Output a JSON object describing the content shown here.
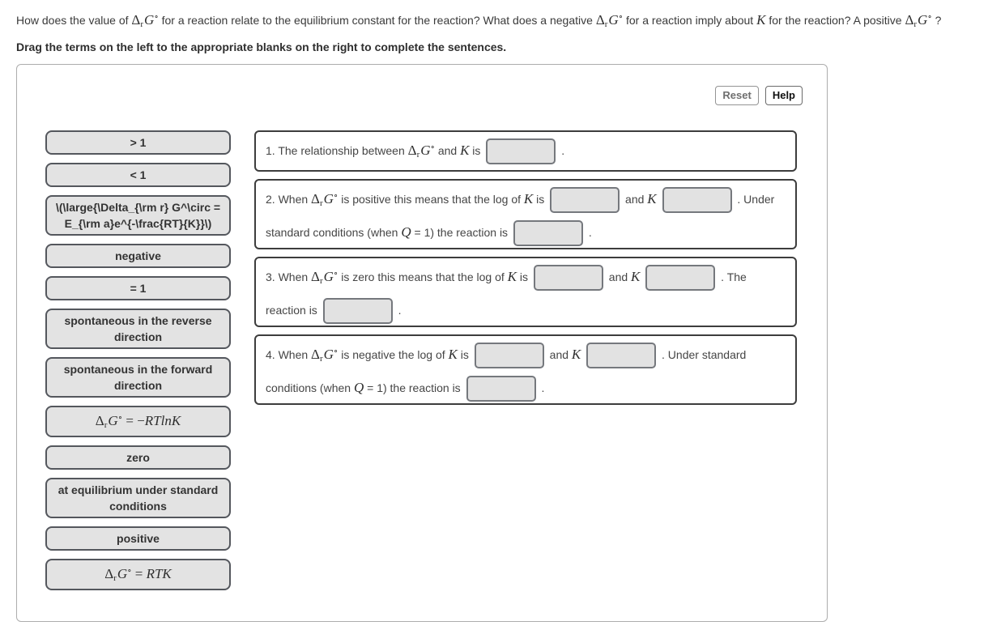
{
  "header": {
    "question_segments": [
      {
        "t": "txt",
        "v": "How does the value of "
      },
      {
        "t": "mathu",
        "v": "Δ"
      },
      {
        "t": "msub",
        "v": "r"
      },
      {
        "t": "mathi",
        "v": "G"
      },
      {
        "t": "msup",
        "v": "∘"
      },
      {
        "t": "txt",
        "v": " for a reaction relate to the equilibrium constant for the reaction? What does a negative "
      },
      {
        "t": "mathu",
        "v": "Δ"
      },
      {
        "t": "msub",
        "v": "r"
      },
      {
        "t": "mathi",
        "v": "G"
      },
      {
        "t": "msup",
        "v": "∘"
      },
      {
        "t": "txt",
        "v": " for a reaction imply about "
      },
      {
        "t": "mathi",
        "v": "K"
      },
      {
        "t": "txt",
        "v": " for the reaction? A positive "
      },
      {
        "t": "mathu",
        "v": "Δ"
      },
      {
        "t": "msub",
        "v": "r"
      },
      {
        "t": "mathi",
        "v": "G"
      },
      {
        "t": "msup",
        "v": "∘"
      },
      {
        "t": "txt",
        "v": " ?"
      }
    ],
    "instruction": "Drag the terms on the left to the appropriate blanks on the right to complete the sentences."
  },
  "toolbar": {
    "reset_label": "Reset",
    "help_label": "Help"
  },
  "terms": [
    {
      "segments": [
        {
          "t": "txt",
          "v": "> 1"
        }
      ]
    },
    {
      "segments": [
        {
          "t": "txt",
          "v": "< 1"
        }
      ]
    },
    {
      "segments": [
        {
          "t": "txt",
          "v": "\\(\\large{\\Delta_{\\rm r} G^\\circ = E_{\\rm a}e^{-\\frac{RT}{K}}\\)"
        }
      ]
    },
    {
      "segments": [
        {
          "t": "txt",
          "v": "negative"
        }
      ]
    },
    {
      "segments": [
        {
          "t": "txt",
          "v": "= 1"
        }
      ]
    },
    {
      "segments": [
        {
          "t": "txt",
          "v": "spontaneous in the reverse direction"
        }
      ]
    },
    {
      "segments": [
        {
          "t": "txt",
          "v": "spontaneous in the forward direction"
        }
      ]
    },
    {
      "segments": [
        {
          "t": "mathu",
          "v": "Δ"
        },
        {
          "t": "msub",
          "v": "r"
        },
        {
          "t": "mathi",
          "v": "G"
        },
        {
          "t": "msup",
          "v": "∘"
        },
        {
          "t": "mathu",
          "v": " = −"
        },
        {
          "t": "mathi",
          "v": "RTlnK"
        }
      ]
    },
    {
      "segments": [
        {
          "t": "txt",
          "v": "zero"
        }
      ]
    },
    {
      "segments": [
        {
          "t": "txt",
          "v": "at equilibrium under standard conditions"
        }
      ]
    },
    {
      "segments": [
        {
          "t": "txt",
          "v": "positive"
        }
      ]
    },
    {
      "segments": [
        {
          "t": "mathu",
          "v": "Δ"
        },
        {
          "t": "msub",
          "v": "r"
        },
        {
          "t": "mathi",
          "v": "G"
        },
        {
          "t": "msup",
          "v": "∘"
        },
        {
          "t": "mathu",
          "v": " = "
        },
        {
          "t": "mathi",
          "v": "RTK"
        }
      ]
    }
  ],
  "sentences": [
    {
      "segments": [
        {
          "t": "txt",
          "v": "1. The relationship between "
        },
        {
          "t": "mathu",
          "v": "Δ"
        },
        {
          "t": "msub",
          "v": "r"
        },
        {
          "t": "mathi",
          "v": "G"
        },
        {
          "t": "msup",
          "v": "∘"
        },
        {
          "t": "txt",
          "v": " and "
        },
        {
          "t": "mathi",
          "v": "K"
        },
        {
          "t": "txt",
          "v": " is "
        },
        {
          "t": "blank"
        },
        {
          "t": "txt",
          "v": " ."
        }
      ]
    },
    {
      "segments": [
        {
          "t": "txt",
          "v": "2. When "
        },
        {
          "t": "mathu",
          "v": "Δ"
        },
        {
          "t": "msub",
          "v": "r"
        },
        {
          "t": "mathi",
          "v": "G"
        },
        {
          "t": "msup",
          "v": "∘"
        },
        {
          "t": "txt",
          "v": " is positive this means that the log of "
        },
        {
          "t": "mathi",
          "v": "K"
        },
        {
          "t": "txt",
          "v": " is "
        },
        {
          "t": "blank"
        },
        {
          "t": "txt",
          "v": " and "
        },
        {
          "t": "mathi",
          "v": "K"
        },
        {
          "t": "txt",
          "v": " "
        },
        {
          "t": "blank"
        },
        {
          "t": "txt",
          "v": " . Under standard conditions (when "
        },
        {
          "t": "mathi",
          "v": "Q"
        },
        {
          "t": "txt",
          "v": " = 1) the reaction is "
        },
        {
          "t": "blank"
        },
        {
          "t": "txt",
          "v": " ."
        }
      ]
    },
    {
      "segments": [
        {
          "t": "txt",
          "v": "3. When "
        },
        {
          "t": "mathu",
          "v": "Δ"
        },
        {
          "t": "msub",
          "v": "r"
        },
        {
          "t": "mathi",
          "v": "G"
        },
        {
          "t": "msup",
          "v": "∘"
        },
        {
          "t": "txt",
          "v": " is zero this means that the log of "
        },
        {
          "t": "mathi",
          "v": "K"
        },
        {
          "t": "txt",
          "v": " is "
        },
        {
          "t": "blank"
        },
        {
          "t": "txt",
          "v": " and "
        },
        {
          "t": "mathi",
          "v": "K"
        },
        {
          "t": "txt",
          "v": " "
        },
        {
          "t": "blank"
        },
        {
          "t": "txt",
          "v": " . The reaction is "
        },
        {
          "t": "blank"
        },
        {
          "t": "txt",
          "v": " ."
        }
      ]
    },
    {
      "segments": [
        {
          "t": "txt",
          "v": "4. When "
        },
        {
          "t": "mathu",
          "v": "Δ"
        },
        {
          "t": "msub",
          "v": "r"
        },
        {
          "t": "mathi",
          "v": "G"
        },
        {
          "t": "msup",
          "v": "∘"
        },
        {
          "t": "txt",
          "v": " is negative the log of "
        },
        {
          "t": "mathi",
          "v": "K"
        },
        {
          "t": "txt",
          "v": " is "
        },
        {
          "t": "blank"
        },
        {
          "t": "txt",
          "v": " and "
        },
        {
          "t": "mathi",
          "v": "K"
        },
        {
          "t": "txt",
          "v": " "
        },
        {
          "t": "blank"
        },
        {
          "t": "txt",
          "v": " . Under standard conditions (when "
        },
        {
          "t": "mathi",
          "v": "Q"
        },
        {
          "t": "txt",
          "v": " = 1) the reaction is "
        },
        {
          "t": "blank"
        },
        {
          "t": "txt",
          "v": " ."
        }
      ]
    }
  ],
  "colors": {
    "term_chip_bg": "#e3e3e3",
    "term_chip_border": "#54575d",
    "sentence_box_border": "#3d3d3d",
    "blank_bg": "#e2e2e2",
    "blank_border": "#75787d",
    "panel_border": "#adadad"
  }
}
